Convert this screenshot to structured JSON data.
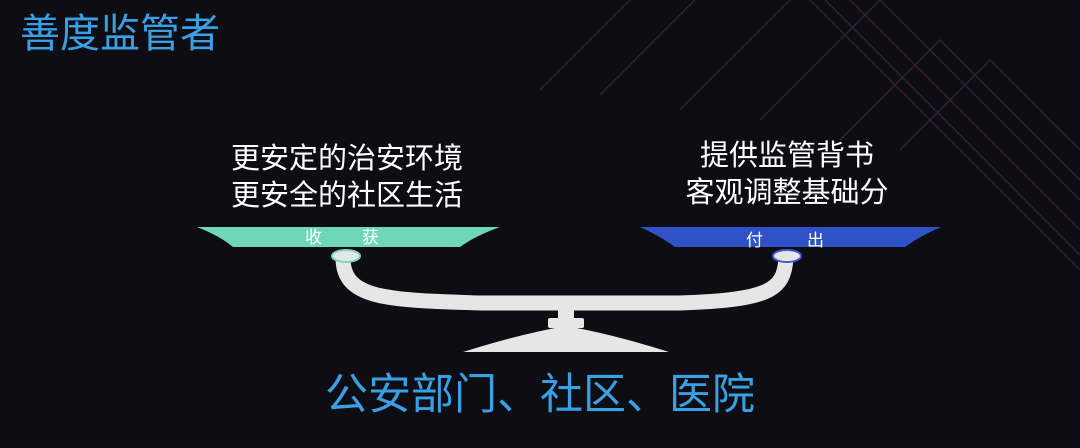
{
  "title": "善度监管者",
  "gain": {
    "line1": "更安定的治安环境",
    "line2": "更安全的社区生活",
    "pan_label": "收获",
    "pan_color": "#6fd6b8"
  },
  "cost": {
    "line1": "提供监管背书",
    "line2": "客观调整基础分",
    "pan_label": "付出",
    "pan_color": "#2f52c8"
  },
  "footer": "公安部门、社区、医院",
  "colors": {
    "background": "#0e0d14",
    "accent_text": "#3aa0e4",
    "scale_body": "#e6e6e6"
  }
}
